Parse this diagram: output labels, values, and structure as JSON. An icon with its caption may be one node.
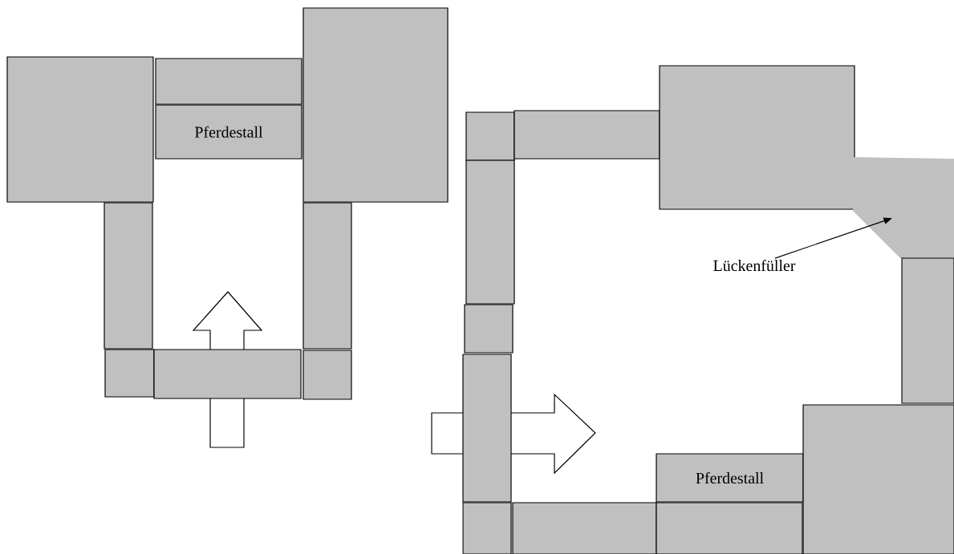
{
  "diagram": {
    "nodes": [
      {
        "text": [],
        "shape": "box"
      },
      {
        "text": [],
        "shape": "box"
      },
      {
        "text": [
          "Pferdestall"
        ]
      },
      {
        "text": [],
        "shape": "box"
      },
      {
        "text": [],
        "shape": "box"
      },
      {
        "text": [],
        "shape": "box"
      },
      {
        "text": [],
        "shape": "box"
      },
      {
        "text": [],
        "shape": "box"
      },
      {
        "text": [],
        "shape": "box"
      },
      {
        "text": [],
        "shape": "box"
      },
      {
        "text": [],
        "shape": "box"
      },
      {
        "text": [],
        "shape": "box"
      },
      {
        "text": [],
        "shape": "polygon"
      },
      {
        "text": [],
        "shape": "box"
      },
      {
        "text": [],
        "shape": "box"
      },
      {
        "text": [],
        "shape": "box"
      },
      {
        "text": [],
        "shape": "box"
      },
      {
        "text": [
          "Pferdestall"
        ]
      },
      {
        "text": [],
        "shape": "box"
      },
      {
        "text": [],
        "shape": "box"
      },
      {
        "text": [],
        "shape": "box"
      },
      {
        "text": [],
        "shape": "box"
      },
      {
        "text": [
          "Lückenfüller"
        ]
      }
    ],
    "edges": [
      {
        "from": 22,
        "to": 12,
        "arrow": "to"
      }
    ]
  }
}
